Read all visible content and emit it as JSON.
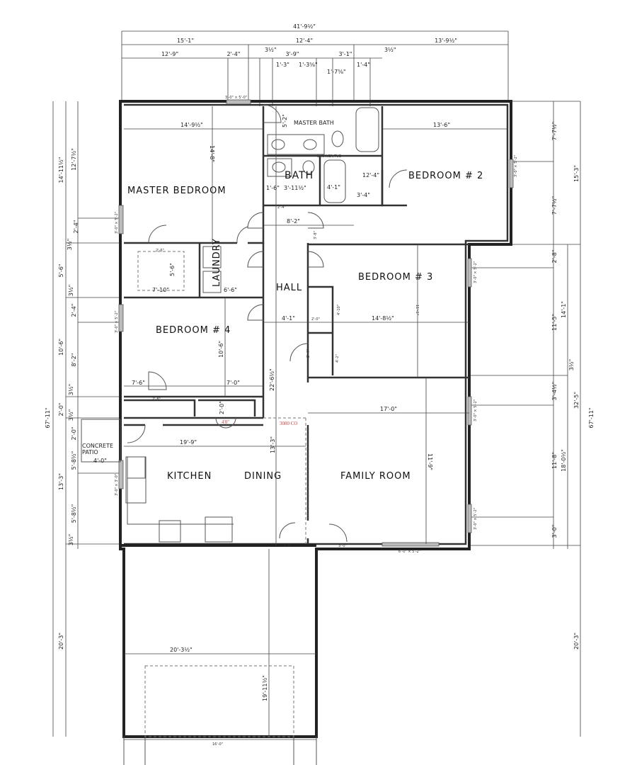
{
  "rooms": {
    "master_bedroom": "MASTER BEDROOM",
    "master_bath": "MASTER BATH",
    "bath": "BATH",
    "bedroom2": "BEDROOM # 2",
    "bedroom3": "BEDROOM # 3",
    "bedroom4": "BEDROOM # 4",
    "laundry": "LAUNDRY",
    "hall": "HALL",
    "kitchen": "KITCHEN",
    "dining": "DINING",
    "family_room": "FAMILY ROOM",
    "patio_line1": "CONCRETE",
    "patio_line2": "PATIO"
  },
  "top_dims": {
    "overall": "41'-9½\"",
    "row2": [
      "15'-1\"",
      "12'-4\"",
      "13'-9½\""
    ],
    "row3": [
      "12'-9\"",
      "2'-4\"",
      "3½\"",
      "3'-9\"",
      "3'-1\"",
      "3½\""
    ],
    "row4": [
      "1'-3\"",
      "1'-3⅝\"",
      "1'-7⅝\"",
      "1'-4\""
    ]
  },
  "left_dims": {
    "overall": "67'-11\"",
    "col2": [
      "14'-11½\"",
      "5'-6\"",
      "10'-6\"",
      "2'-0\"",
      "13'-3\"",
      "20'-3\""
    ],
    "col3": [
      "12'-7½\"",
      "3½\"",
      "2'-4\"",
      "3½\"",
      "2'-4\"",
      "8'-2\"",
      "3½\"",
      "3½\"",
      "2'-0\"",
      "5'-8½\"",
      "5'-8½\"",
      "3½\""
    ]
  },
  "right_dims": {
    "overall": "67'-11\"",
    "col1": [
      "7'-7½\"",
      "7'-7½\"",
      "2'-8\"",
      "11'-5\"",
      "3'-4½\"",
      "11'-8\"",
      "3'-0\""
    ],
    "col2": [
      "14'-1\"",
      "3½\"",
      "18'-0½\""
    ],
    "col3": [
      "15'-3\"",
      "32'-5\"",
      "20'-3\""
    ]
  },
  "interior_dims": {
    "master_w": "14'-9½\"",
    "master_d": "14'-8\"",
    "br2_w": "13'-6\"",
    "bath_a": "1'-6\"",
    "bath_b": "3'-11½\"",
    "bath_c": "4'-1\"",
    "bath_d": "12'-4\"",
    "bath_e": "3'-4\"",
    "bath_f": "5'-2\"",
    "hall_top": "8'-2\"",
    "hall_left": "2'-4\"",
    "hall_door": "3'-8\"",
    "closet_w": "7'-10\"",
    "closet_d": "5'-6\"",
    "laundry_w": "6'-6\"",
    "br4_d": "10'-6\"",
    "br4_a": "7'-6\"",
    "br4_b": "7'-0\"",
    "hall_len": "22'-6½\"",
    "hall_w": "4'-1\"",
    "closet3_w": "2'-0\"",
    "closet3_d": "4'-10\"",
    "closet3_d2": "4'-2\"",
    "br3_w": "14'-8½\"",
    "br3_d": "11'-1\"",
    "linen": "2'-0\"",
    "kitchen_w": "19'-9\"",
    "kitchen_d": "13'-3\"",
    "family_w": "17'-0\"",
    "family_d": "11'-9\"",
    "patio_w": "4'-0\"",
    "garage_w": "20'-3½\"",
    "garage_d": "19'-11½\"",
    "garage_door": "16'-0\"",
    "door_26": "2'-6\"",
    "door_28": "2'-8\"",
    "door_30": "3'-0\"",
    "door_24": "2'-4\""
  },
  "notes": {
    "win_top": "3'-0\" × 5'-0\"",
    "win_side": "3'-0\" × 5'-2\"",
    "win_kitchen": "3'-0\" × 3'-0\"",
    "win_family": "6'-0\" × 5'-2\"",
    "door_4": "4'0\"",
    "door_3080": "3080 CO",
    "tub": "SHOWER/TUB"
  }
}
